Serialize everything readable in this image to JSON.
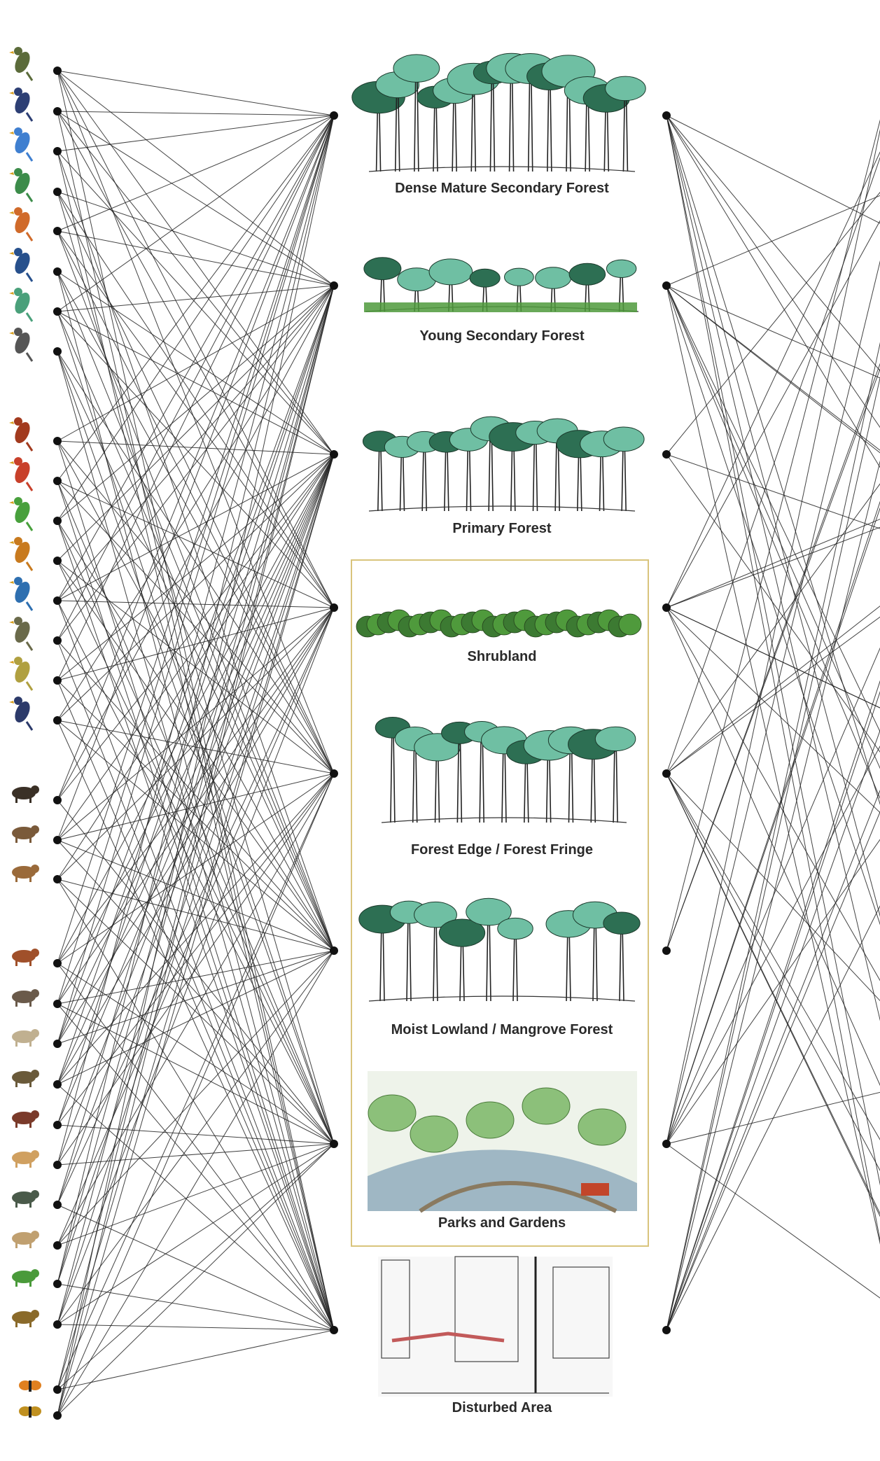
{
  "species_icons": [
    "hornbill-icon",
    "twin-birds-icon",
    "blue-bird-icon",
    "green-bee-eater-icon",
    "orange-bird-icon",
    "small-blue-bird-icon",
    "bee-eater-icon",
    "perched-bird-icon",
    "junglefowl-icon",
    "red-bird-icon",
    "green-parrot-icon",
    "woodpecker-icon",
    "kingfisher-icon",
    "small-bird-icon",
    "yellow-bird-icon",
    "dark-bird-icon",
    "wild-boar-icon",
    "rat-icon",
    "mousedeer-icon",
    "squirrel-icon",
    "treeshrew-icon",
    "civet-icon",
    "flying-lizard-icon",
    "bat-icon",
    "pangolin-icon",
    "monkey-icon",
    "slow-loris-icon",
    "green-lizard-icon",
    "frog-icon",
    "butterfly-icon",
    "bee-icon"
  ],
  "habitats": [
    {
      "label": "Dense Mature Secondary Forest",
      "style": "mature"
    },
    {
      "label": "Young Secondary Forest",
      "style": "young"
    },
    {
      "label": "Primary Forest",
      "style": "primary"
    },
    {
      "label": "Shrubland",
      "style": "shrub"
    },
    {
      "label": "Forest Edge / Forest Fringe",
      "style": "edge"
    },
    {
      "label": "Moist Lowland / Mangrove Forest",
      "style": "mangrove"
    },
    {
      "label": "Parks and Gardens",
      "style": "park"
    },
    {
      "label": "Disturbed Area",
      "style": "urban"
    }
  ],
  "colors": {
    "line": "#222222",
    "node": "#111111",
    "foliage": "#6fbfa3",
    "foliage_dark": "#2d6f53",
    "shrub": "#4f9a3c",
    "box_border": "#d9c47c"
  }
}
